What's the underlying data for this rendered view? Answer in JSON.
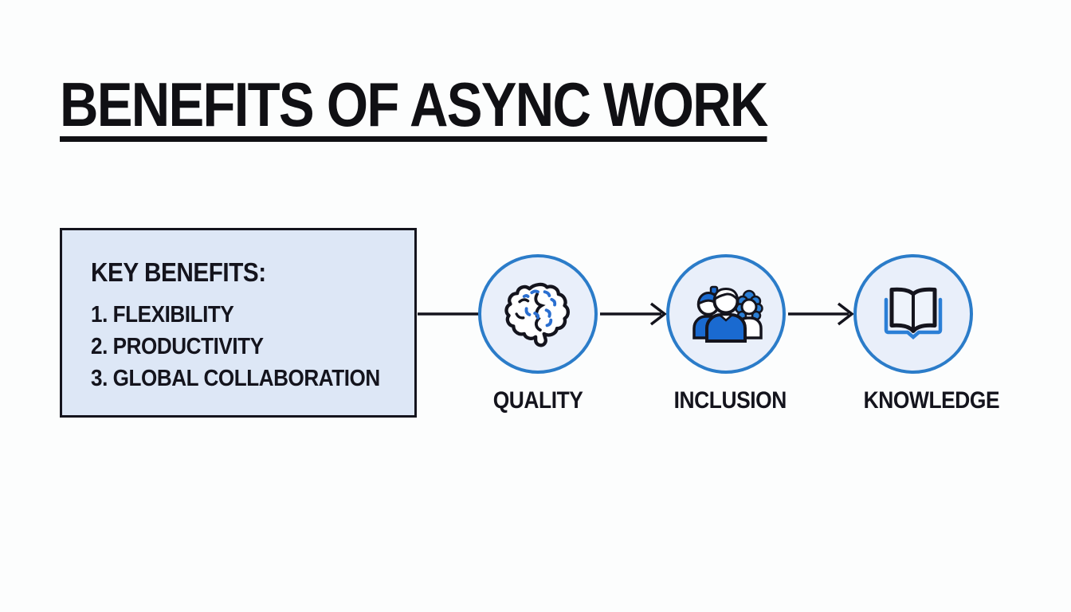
{
  "title": "BENEFITS OF ASYNC WORK",
  "benefits_box": {
    "heading": "KEY BENEFITS:",
    "items": [
      "1. FLEXIBILITY",
      "2. PRODUCTIVITY",
      "3. GLOBAL COLLABORATION"
    ]
  },
  "flow_nodes": [
    {
      "label": "QUALITY",
      "icon": "brain-icon"
    },
    {
      "label": "INCLUSION",
      "icon": "people-group-icon"
    },
    {
      "label": "KNOWLEDGE",
      "icon": "open-book-icon"
    }
  ],
  "colors": {
    "background": "#fcfdfd",
    "ink": "#14141d",
    "box_fill": "#dde7f6",
    "node_border_blue": "#2b7cc9",
    "node_fill": "#e9effa",
    "icon_blue": "#1a6ad0",
    "accent_blue": "#2b7fd6"
  }
}
